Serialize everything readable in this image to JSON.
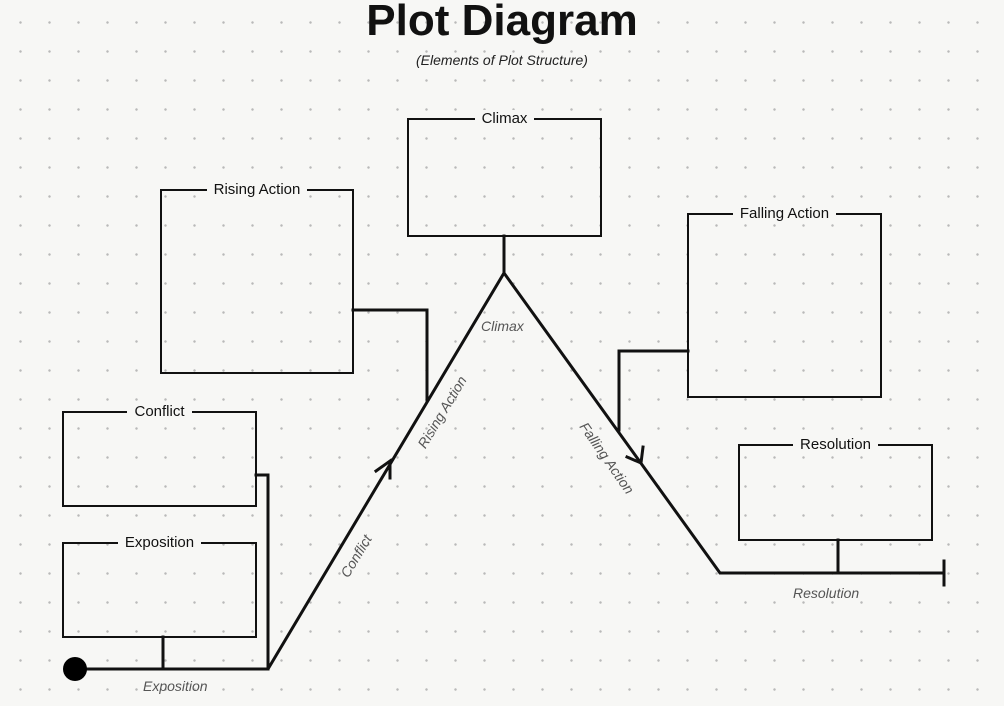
{
  "title": "Plot Diagram",
  "subtitle": "(Elements of Plot Structure)",
  "boxes": {
    "climax": "Climax",
    "rising_action": "Rising Action",
    "falling_action": "Falling Action",
    "conflict": "Conflict",
    "exposition": "Exposition",
    "resolution": "Resolution"
  },
  "line_labels": {
    "exposition": "Exposition",
    "conflict": "Conflict",
    "rising_action": "Rising Action",
    "climax": "Climax",
    "falling_action": "Falling Action",
    "resolution": "Resolution"
  }
}
